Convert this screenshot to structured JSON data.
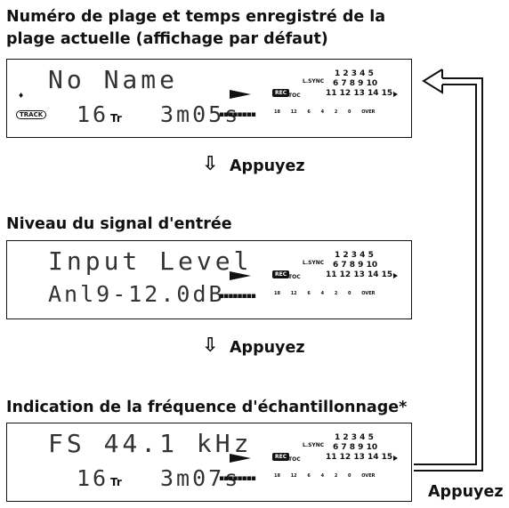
{
  "sections": [
    {
      "heading_line1": "Numéro de plage et temps enregistré de la",
      "heading_line2": "plage actuelle (affichage par défaut)",
      "lcd_line1": "No Name",
      "lcd_line2_a": "16",
      "lcd_line2_a_unit": "Tr",
      "lcd_line2_b": "3m05s",
      "track_badge": "TRACK"
    },
    {
      "heading_line1": "Niveau du signal d'entrée",
      "lcd_line1": "Input Level",
      "lcd_line2": "Anl9-12.0dB"
    },
    {
      "heading_line1": "Indication de la fréquence d'échantillonnage*",
      "lcd_line1": "FS 44.1 kHz",
      "lcd_line2_a": "16",
      "lcd_line2_a_unit": "Tr",
      "lcd_line2_b": "3m07s"
    }
  ],
  "panel_common": {
    "lsync": "L.SYNC",
    "toc": "TOC",
    "rec": "REC",
    "row1": "1 2 3 4 5",
    "row2": "6 7 8 9 10",
    "row3": "11 12 13 14 15",
    "meter_scale": "18 12 6 4 2 0 OVER"
  },
  "press_label": "Appuyez"
}
